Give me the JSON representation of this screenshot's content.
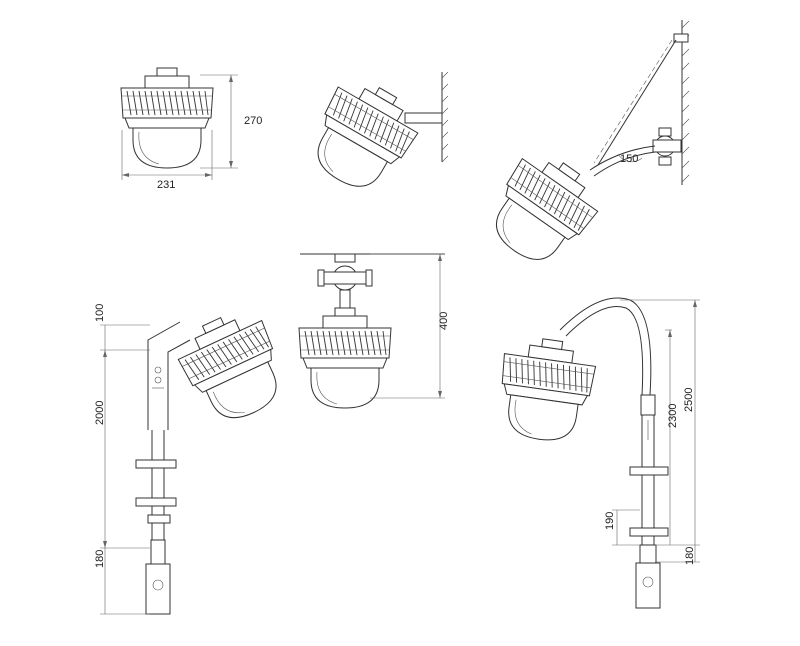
{
  "dimensions": {
    "front_width": "231",
    "front_height": "270",
    "bracket_angle": "150",
    "ceiling_height": "400",
    "pole_top_offset": "100",
    "pole_length": "2000",
    "pole_base_offset": "180",
    "pole_curve_total": "2500",
    "pole_curve_shaft": "2300",
    "pole_clamp_spacing": "190",
    "pole_curve_base": "180"
  },
  "colors": {
    "line": "#333333",
    "dimension": "#666666",
    "background": "#ffffff"
  }
}
